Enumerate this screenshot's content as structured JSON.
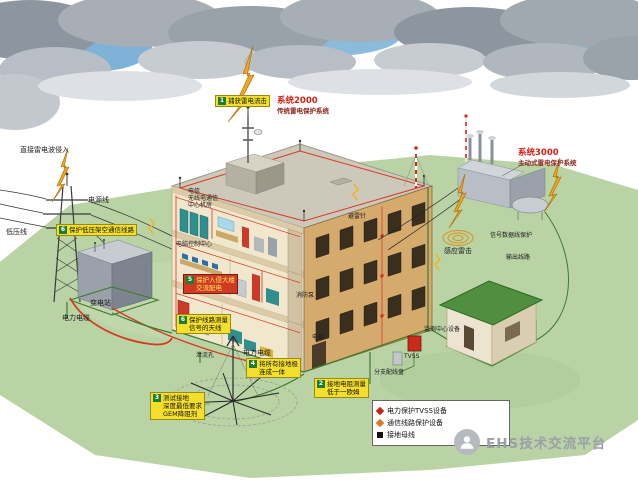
{
  "systems": {
    "s2000": {
      "name": "系统2000",
      "desc": "传统雷电保护系统"
    },
    "s3000": {
      "name": "系统3000",
      "desc": "主动式雷电保护系统"
    }
  },
  "callouts": {
    "capture": {
      "num": "1",
      "text": "捕获雷电流击"
    },
    "overhead": {
      "num": "6",
      "text": "保护低压架空通信线路"
    },
    "ac_power": {
      "num": "5",
      "line1": "保护入侵大楼",
      "line2": "交流配电"
    },
    "antenna": {
      "num": "6",
      "line1": "保护线路测量",
      "line2": "信号的天线"
    },
    "bond": {
      "num": "4",
      "line1": "将所有接地极",
      "line2": "连成一体"
    },
    "resistance": {
      "num": "2",
      "line1": "接地电阻测量",
      "line2": "低于一欧姆"
    },
    "gem": {
      "num": "3",
      "line1": "测试接地",
      "line2": "深度最低要求",
      "line3": "GEM降阻剂"
    }
  },
  "labels": {
    "direct_strike": "直接雷电波侵入",
    "power_line": "电源线",
    "low_voltage_line": "低压线",
    "substation": "变电站",
    "power_cable_left": "电力电缆",
    "power_cable_right": "电力电缆",
    "telecom_room_l1": "电信",
    "telecom_room_l2": "无线电通信",
    "telecom_room_l3": "中心机房",
    "computer_center": "电脑控制中心",
    "air_terminal": "避雷针",
    "fire_pump": "消防泵",
    "elevator": "电梯",
    "discharge_mast": "泄流孔",
    "induced_strike": "感应雷击",
    "signal_line": "信号数据线保护",
    "output_line": "输出线路",
    "branch_panel": "分支配线盘",
    "tvss": "TVSS",
    "monitor_center": "监测中心设备"
  },
  "legend": {
    "items": [
      {
        "symbol": "red-diamond",
        "text": "电力保护TVSS设备"
      },
      {
        "symbol": "orange-diamond",
        "text": "通信线路保护设备"
      },
      {
        "symbol": "black-square",
        "text": "接地母线"
      }
    ]
  },
  "watermark": {
    "icon": "wechat-account-icon",
    "text": "EHS技术交流平台"
  },
  "colors": {
    "callout_yellow": "#f4e02c",
    "alert_red": "#cf3b22",
    "ground_green": "#3f7a33",
    "wire_red": "#d63a22",
    "system_red": "#d42015",
    "sky_blue": "#7fb2d6",
    "cloud_gray": "#99a1a9",
    "grass_green": "#b9d3a5",
    "building_tan": "#d5ab6d",
    "building_cream": "#f1e7cd",
    "roof_green": "#4f8f3f"
  }
}
